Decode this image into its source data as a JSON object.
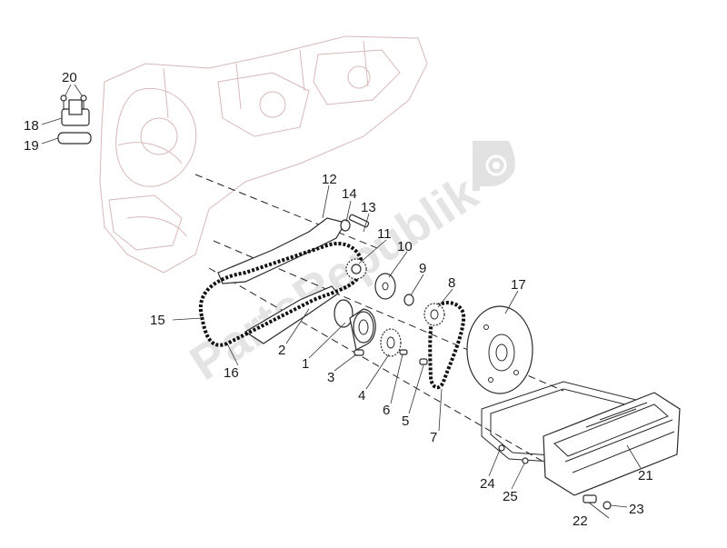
{
  "watermark": {
    "text": "PartsRepublik",
    "icon": "gear-flag-icon"
  },
  "callouts": [
    {
      "id": "c1",
      "label": "1"
    },
    {
      "id": "c2",
      "label": "2"
    },
    {
      "id": "c3",
      "label": "3"
    },
    {
      "id": "c4",
      "label": "4"
    },
    {
      "id": "c5",
      "label": "5"
    },
    {
      "id": "c6",
      "label": "6"
    },
    {
      "id": "c7",
      "label": "7"
    },
    {
      "id": "c8",
      "label": "8"
    },
    {
      "id": "c9",
      "label": "9"
    },
    {
      "id": "c10",
      "label": "10"
    },
    {
      "id": "c11",
      "label": "11"
    },
    {
      "id": "c12",
      "label": "12"
    },
    {
      "id": "c13",
      "label": "13"
    },
    {
      "id": "c14",
      "label": "14"
    },
    {
      "id": "c15",
      "label": "15"
    },
    {
      "id": "c16",
      "label": "16"
    },
    {
      "id": "c17",
      "label": "17"
    },
    {
      "id": "c18",
      "label": "18"
    },
    {
      "id": "c19",
      "label": "19"
    },
    {
      "id": "c20",
      "label": "20"
    },
    {
      "id": "c21",
      "label": "21"
    },
    {
      "id": "c22",
      "label": "22"
    },
    {
      "id": "c23",
      "label": "23"
    },
    {
      "id": "c24",
      "label": "24"
    },
    {
      "id": "c25",
      "label": "25"
    }
  ]
}
